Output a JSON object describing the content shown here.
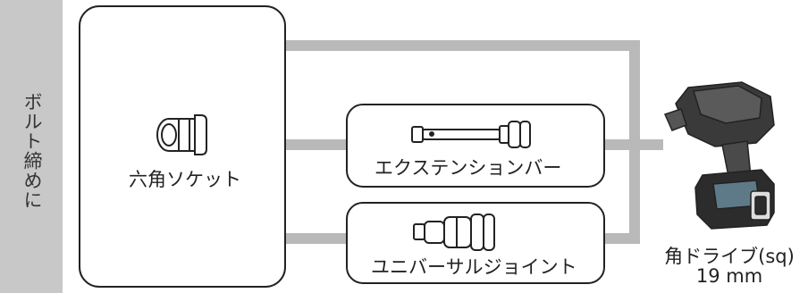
{
  "side_label": "ボルト締めに",
  "socket_label": "六角ソケット",
  "extension_label": "エクステンションバー",
  "universal_joint_label": "ユニバーサルジョイント",
  "drive_label_line1": "角ドライブ(sq)",
  "drive_label_line2": "19 mm"
}
